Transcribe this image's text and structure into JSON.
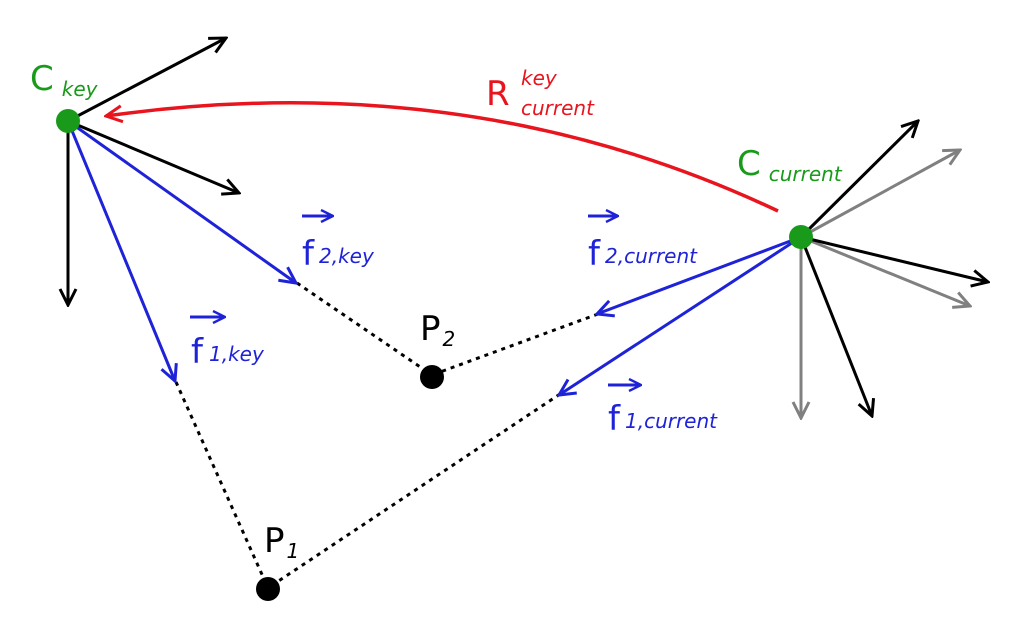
{
  "colors": {
    "camera": "#1a9a1a",
    "rotation": "#e8141e",
    "feature": "#1f23d8",
    "axis": "#000000",
    "axis_ghost": "#808080",
    "point": "#000000"
  },
  "labels": {
    "c_key_main": "C",
    "c_key_sub": "key",
    "c_current_main": "C",
    "c_current_sub": "current",
    "r_main": "R",
    "r_sup": "key",
    "r_sub": "current",
    "f2key_main": "f",
    "f2key_sub": "2,key",
    "f1key_main": "f",
    "f1key_sub": "1,key",
    "f2cur_main": "f",
    "f2cur_sub": "2,current",
    "f1cur_main": "f",
    "f1cur_sub": "1,current",
    "p1_main": "P",
    "p1_sub": "1",
    "p2_main": "P",
    "p2_sub": "2"
  }
}
